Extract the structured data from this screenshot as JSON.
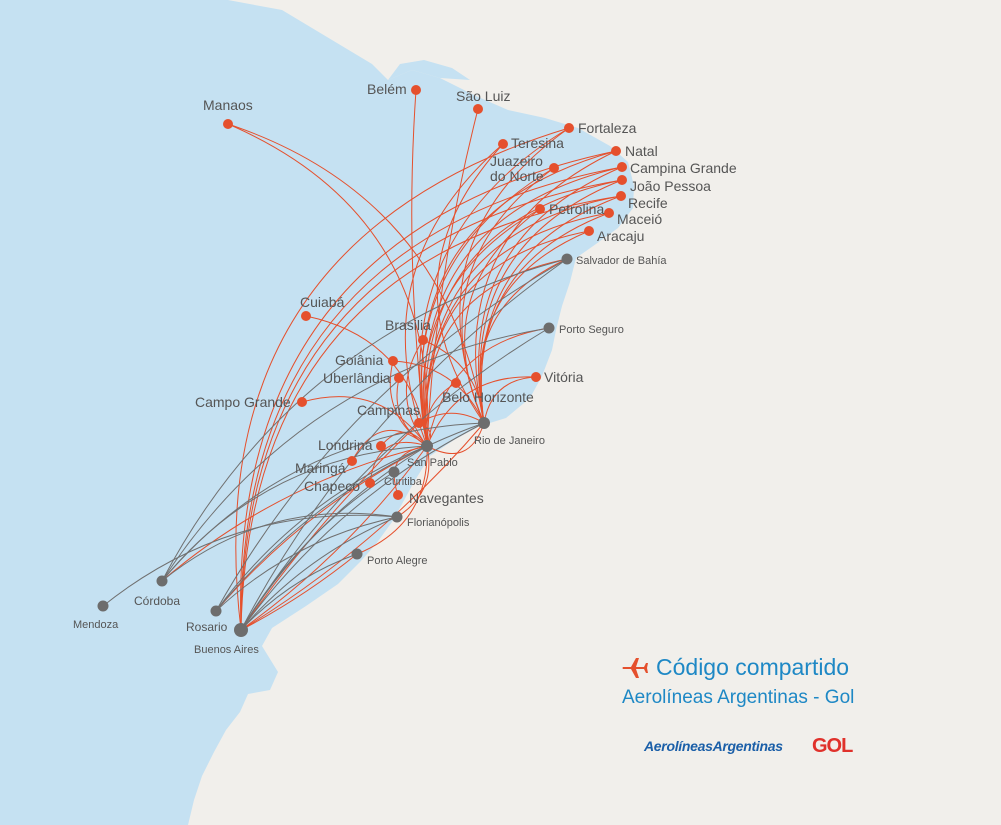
{
  "legend": {
    "title": "Código compartido",
    "subtitle": "Aerolíneas Argentinas - Gol",
    "icon": "airplane-icon"
  },
  "logos": {
    "aerolineas": "AerolíneasArgentinas",
    "gol": "GOL"
  },
  "colors": {
    "sea": "#f1efeb",
    "land": "#c5e1f2",
    "route_orange": "#e5502d",
    "route_gray": "#707070",
    "hub_gray": "#6d6d6d",
    "label": "#555555",
    "brand_blue": "#1e88c5",
    "gol_red": "#e0312b"
  },
  "cities": [
    {
      "id": "manaos",
      "name": "Manaos",
      "type": "orange"
    },
    {
      "id": "belem",
      "name": "Belém",
      "type": "orange"
    },
    {
      "id": "saoluiz",
      "name": "São Luiz",
      "type": "orange"
    },
    {
      "id": "fortaleza",
      "name": "Fortaleza",
      "type": "orange"
    },
    {
      "id": "teresina",
      "name": "Teresina",
      "type": "orange"
    },
    {
      "id": "juazeiro",
      "name": "Juazeiro\ndo Norte",
      "type": "orange"
    },
    {
      "id": "natal",
      "name": "Natal",
      "type": "orange"
    },
    {
      "id": "campinagrande",
      "name": "Campina Grande",
      "type": "orange"
    },
    {
      "id": "joaopessoa",
      "name": "João Pessoa",
      "type": "orange"
    },
    {
      "id": "recife",
      "name": "Recife",
      "type": "orange"
    },
    {
      "id": "maceio",
      "name": "Maceió",
      "type": "orange"
    },
    {
      "id": "petrolina",
      "name": "Petrolina",
      "type": "orange"
    },
    {
      "id": "aracaju",
      "name": "Aracaju",
      "type": "orange"
    },
    {
      "id": "salvador",
      "name": "Salvador de Bahía",
      "type": "gray"
    },
    {
      "id": "cuiaba",
      "name": "Cuiabá",
      "type": "orange"
    },
    {
      "id": "brasilia",
      "name": "Brasilia",
      "type": "orange"
    },
    {
      "id": "portoseguro",
      "name": "Porto Seguro",
      "type": "gray"
    },
    {
      "id": "goiania",
      "name": "Goiânia",
      "type": "orange"
    },
    {
      "id": "uberlandia",
      "name": "Uberlândia",
      "type": "orange"
    },
    {
      "id": "vitoria",
      "name": "Vitória",
      "type": "orange"
    },
    {
      "id": "belohorizonte",
      "name": "Belo Horizonte",
      "type": "orange"
    },
    {
      "id": "campogrande",
      "name": "Campo Grande",
      "type": "orange"
    },
    {
      "id": "campinas",
      "name": "Campinas",
      "type": "orange"
    },
    {
      "id": "riodejaneiro",
      "name": "Rio de Janeiro",
      "type": "gray"
    },
    {
      "id": "londrina",
      "name": "Londrina",
      "type": "orange"
    },
    {
      "id": "saopablo",
      "name": "San Pablo",
      "type": "gray"
    },
    {
      "id": "maringa",
      "name": "Maringá",
      "type": "orange"
    },
    {
      "id": "curitiba",
      "name": "Curitiba",
      "type": "gray"
    },
    {
      "id": "chapeco",
      "name": "Chapecó",
      "type": "orange"
    },
    {
      "id": "navegantes",
      "name": "Navegantes",
      "type": "orange"
    },
    {
      "id": "florianopolis",
      "name": "Florianópolis",
      "type": "gray"
    },
    {
      "id": "portoalegre",
      "name": "Porto Alegre",
      "type": "gray"
    },
    {
      "id": "cordoba",
      "name": "Córdoba",
      "type": "gray"
    },
    {
      "id": "mendoza",
      "name": "Mendoza",
      "type": "gray"
    },
    {
      "id": "rosario",
      "name": "Rosario",
      "type": "gray"
    },
    {
      "id": "buenosaires",
      "name": "Buenos Aires",
      "type": "gray"
    }
  ]
}
